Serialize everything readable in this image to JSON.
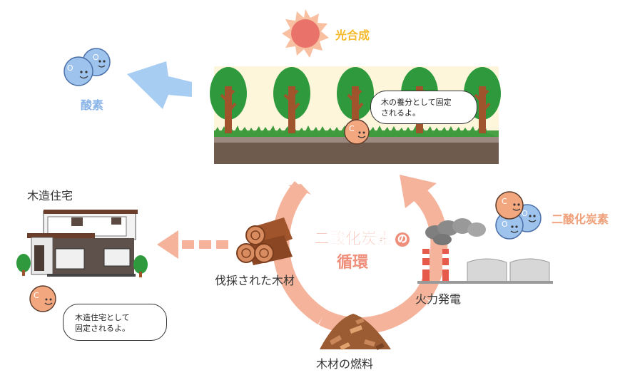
{
  "labels": {
    "photosynthesis": "光合成",
    "oxygen": "酸素",
    "wooden_house": "木造住宅",
    "harvested_timber": "伐採された木材",
    "thermal_power": "火力発電",
    "wood_fuel": "木材の燃料",
    "co2_side": "二酸化炭素",
    "cycle_title_line1": "二酸化炭素",
    "cycle_title_particle": "の",
    "cycle_title_line2": "循環"
  },
  "bubbles": {
    "forest": [
      "木の養分として固定",
      "されるよ。"
    ],
    "house": [
      "木造住宅として",
      "固定されるよ。"
    ]
  },
  "molecule_letters": {
    "oxygen": "O",
    "carbon": "C"
  },
  "colors": {
    "sun": "#e9736b",
    "sun_rays": "#f8c0a0",
    "photosynthesis_text": "#f6b92a",
    "oxygen_blue": "#9ec3ec",
    "oxygen_text": "#8ab4e8",
    "oxygen_arrow": "#a8cdf3",
    "co2_salmon": "#f2a77f",
    "co2_text": "#f0a07a",
    "cycle_arrow": "#f4b39a",
    "cycle_title": "#ef8f7b",
    "tree_green": "#2f9a3d",
    "trunk_brown": "#a0542c",
    "soil": "#6e5b4e",
    "forest_sky": "#fdf6da"
  },
  "icons": [
    "sun-icon",
    "oxygen-molecule-icon",
    "carbon-dioxide-molecule-icon",
    "tree-icon",
    "log-stack-icon",
    "house-icon",
    "factory-icon",
    "wood-chips-icon"
  ]
}
